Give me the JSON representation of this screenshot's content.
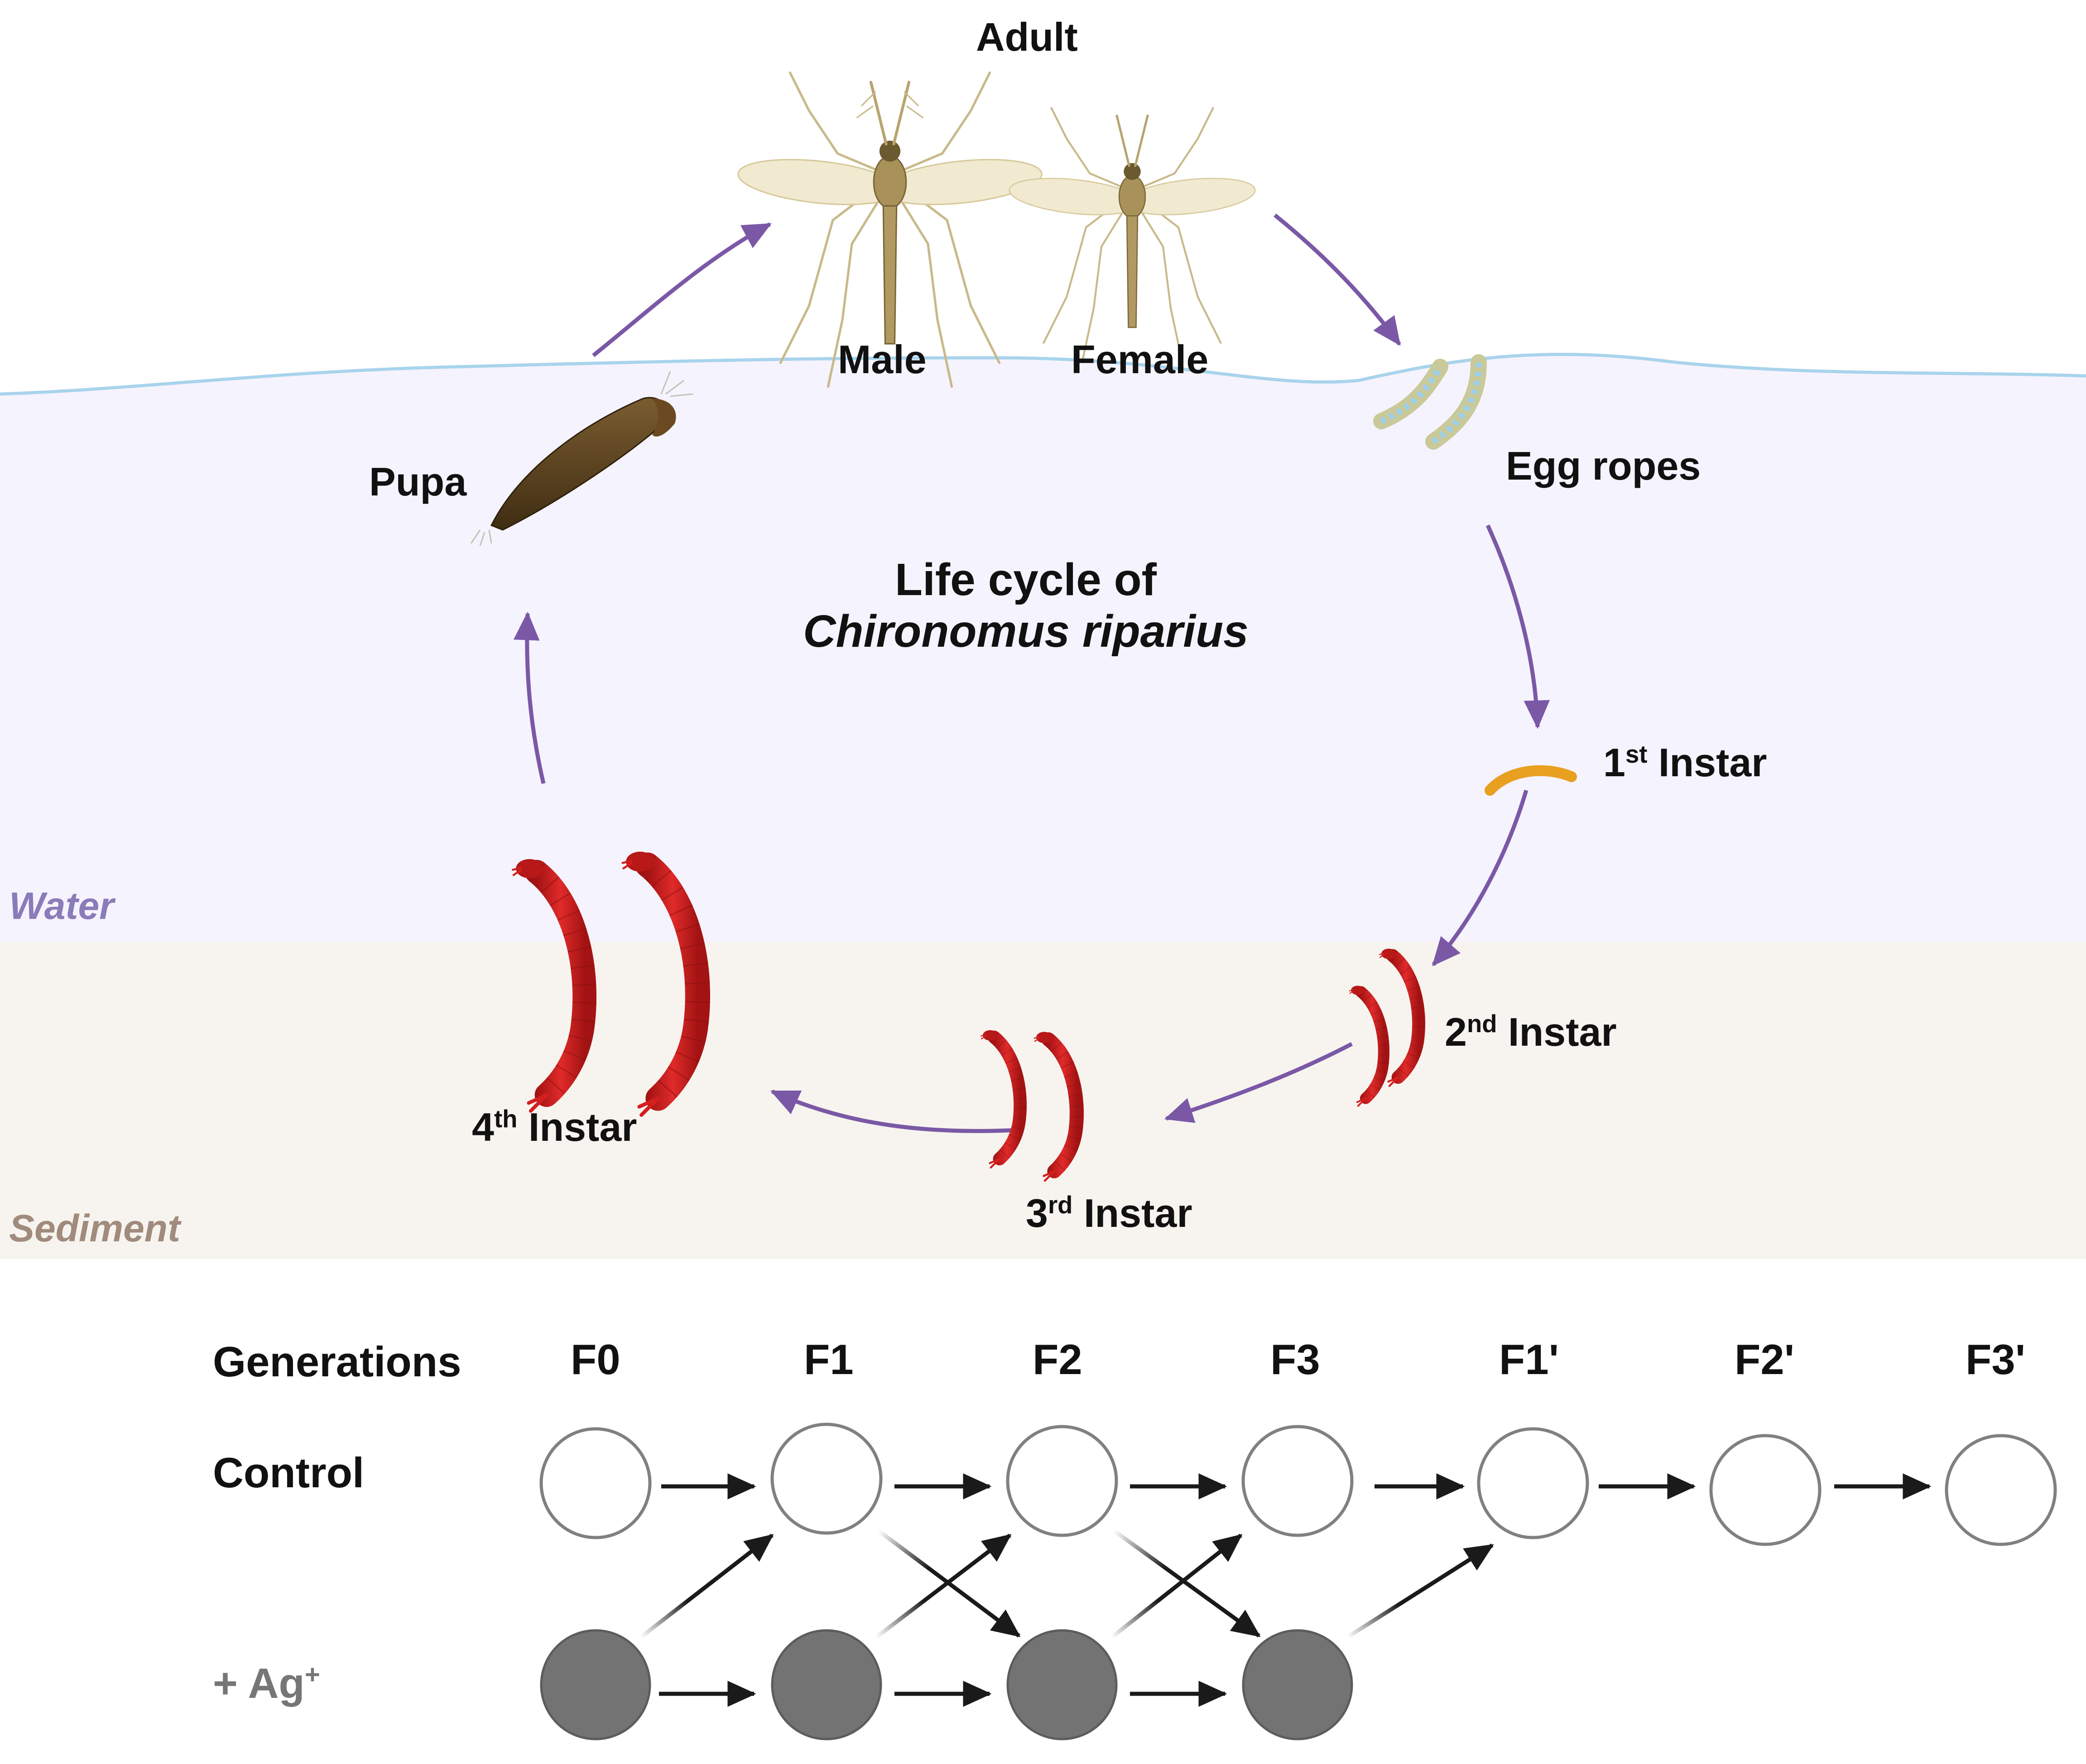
{
  "diagram": {
    "title_line1": "Life cycle of",
    "title_line2": "Chironomus riparius",
    "stages": {
      "adult": "Adult",
      "male": "Male",
      "female": "Female",
      "egg_ropes": "Egg ropes",
      "pupa": "Pupa",
      "instar1": {
        "num": "1",
        "sup": "st",
        "text": " Instar"
      },
      "instar2": {
        "num": "2",
        "sup": "nd",
        "text": " Instar"
      },
      "instar3": {
        "num": "3",
        "sup": "rd",
        "text": " Instar"
      },
      "instar4": {
        "num": "4",
        "sup": "th",
        "text": " Instar"
      }
    },
    "zones": {
      "water": "Water",
      "sediment": "Sediment"
    },
    "colors": {
      "water_bg": "#f5f3fd",
      "sediment_bg": "#f7f4ef",
      "water_line": "#a8d4ec",
      "cycle_arrow": "#7b58a6",
      "water_label": "#8a7cb8",
      "sediment_label": "#a08b7c",
      "larva_red": "#d41f1f",
      "pupa_brown": "#5e4520",
      "instar1_orange": "#e8a020",
      "ctrl_stroke": "#808080",
      "ag_fill": "#737373",
      "gen_arrow": "#1a1a1a"
    }
  },
  "generations": {
    "header_label": "Generations",
    "control_label": "Control",
    "ag_label": "+ Ag",
    "ag_sup": "+",
    "columns": [
      "F0",
      "F1",
      "F2",
      "F3",
      "F1'",
      "F2'",
      "F3'"
    ]
  }
}
